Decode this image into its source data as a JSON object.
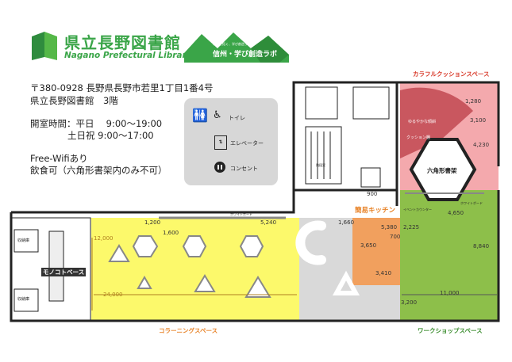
{
  "logo": {
    "title": "県立長野図書館",
    "subtitle": "Nagano Prefectural Library",
    "lab_small": "明日を拓く、学び創造ラボ",
    "lab_title": "信州・学び創造ラボ"
  },
  "info": {
    "address": "〒380-0928 長野県長野市若里1丁目1番4号",
    "floor": "県立長野図書館　3階",
    "hours_weekday": "開室時間：平日　 9:00～19:00",
    "hours_weekend": "土日祝 9:00～17:00",
    "wifi": "Free-Wifiあり",
    "food": "飲食可（六角形書架内のみ不可）"
  },
  "legend": {
    "toilet": "トイレ",
    "elevator": "エレベーター",
    "outlet": "コンセント"
  },
  "zones": {
    "colorful": "カラフルクッションスペース",
    "hexagon": "六角形書架",
    "kitchen": "簡易キッチン",
    "monocoat": "モノコトベース",
    "coloring": "コラーニングスペース",
    "workshop": "ワークショップスペース"
  },
  "small_labels": {
    "yuruyaka": "ゆるやかな傾斜",
    "cushion": "クッション棚",
    "storage1": "収納庫",
    "storage2": "収納庫",
    "event_counter": "イベントカウンター",
    "whiteboard_top": "ホワイトボード",
    "whiteboard_ws": "ホワイトボード",
    "stair": "階段室"
  },
  "dimensions": {
    "d1280": "1,280",
    "d3100": "3,100",
    "d4230": "4,230",
    "d900": "900",
    "d1200": "1,200",
    "d1600": "1,600",
    "d5240": "5,240",
    "d1660": "1,660",
    "d5380": "5,380",
    "d700": "700",
    "d2225": "2,225",
    "d4650": "4,650",
    "d12000": "12,000",
    "d3650": "3,650",
    "d8840": "8,840",
    "d3410": "3,410",
    "d24000": "24,000",
    "d11000": "11,000",
    "d3200": "3,200"
  },
  "colors": {
    "logo_green": "#3aa548",
    "yellow_zone": "#fcf96b",
    "pink_zone": "#f4a9ad",
    "dark_pink": "#c9575f",
    "orange_zone": "#f1a05e",
    "green_zone": "#8dbf4a",
    "gray_zone": "#d8d8d8",
    "title_red": "#d83a2a",
    "title_orange": "#e8842a"
  }
}
